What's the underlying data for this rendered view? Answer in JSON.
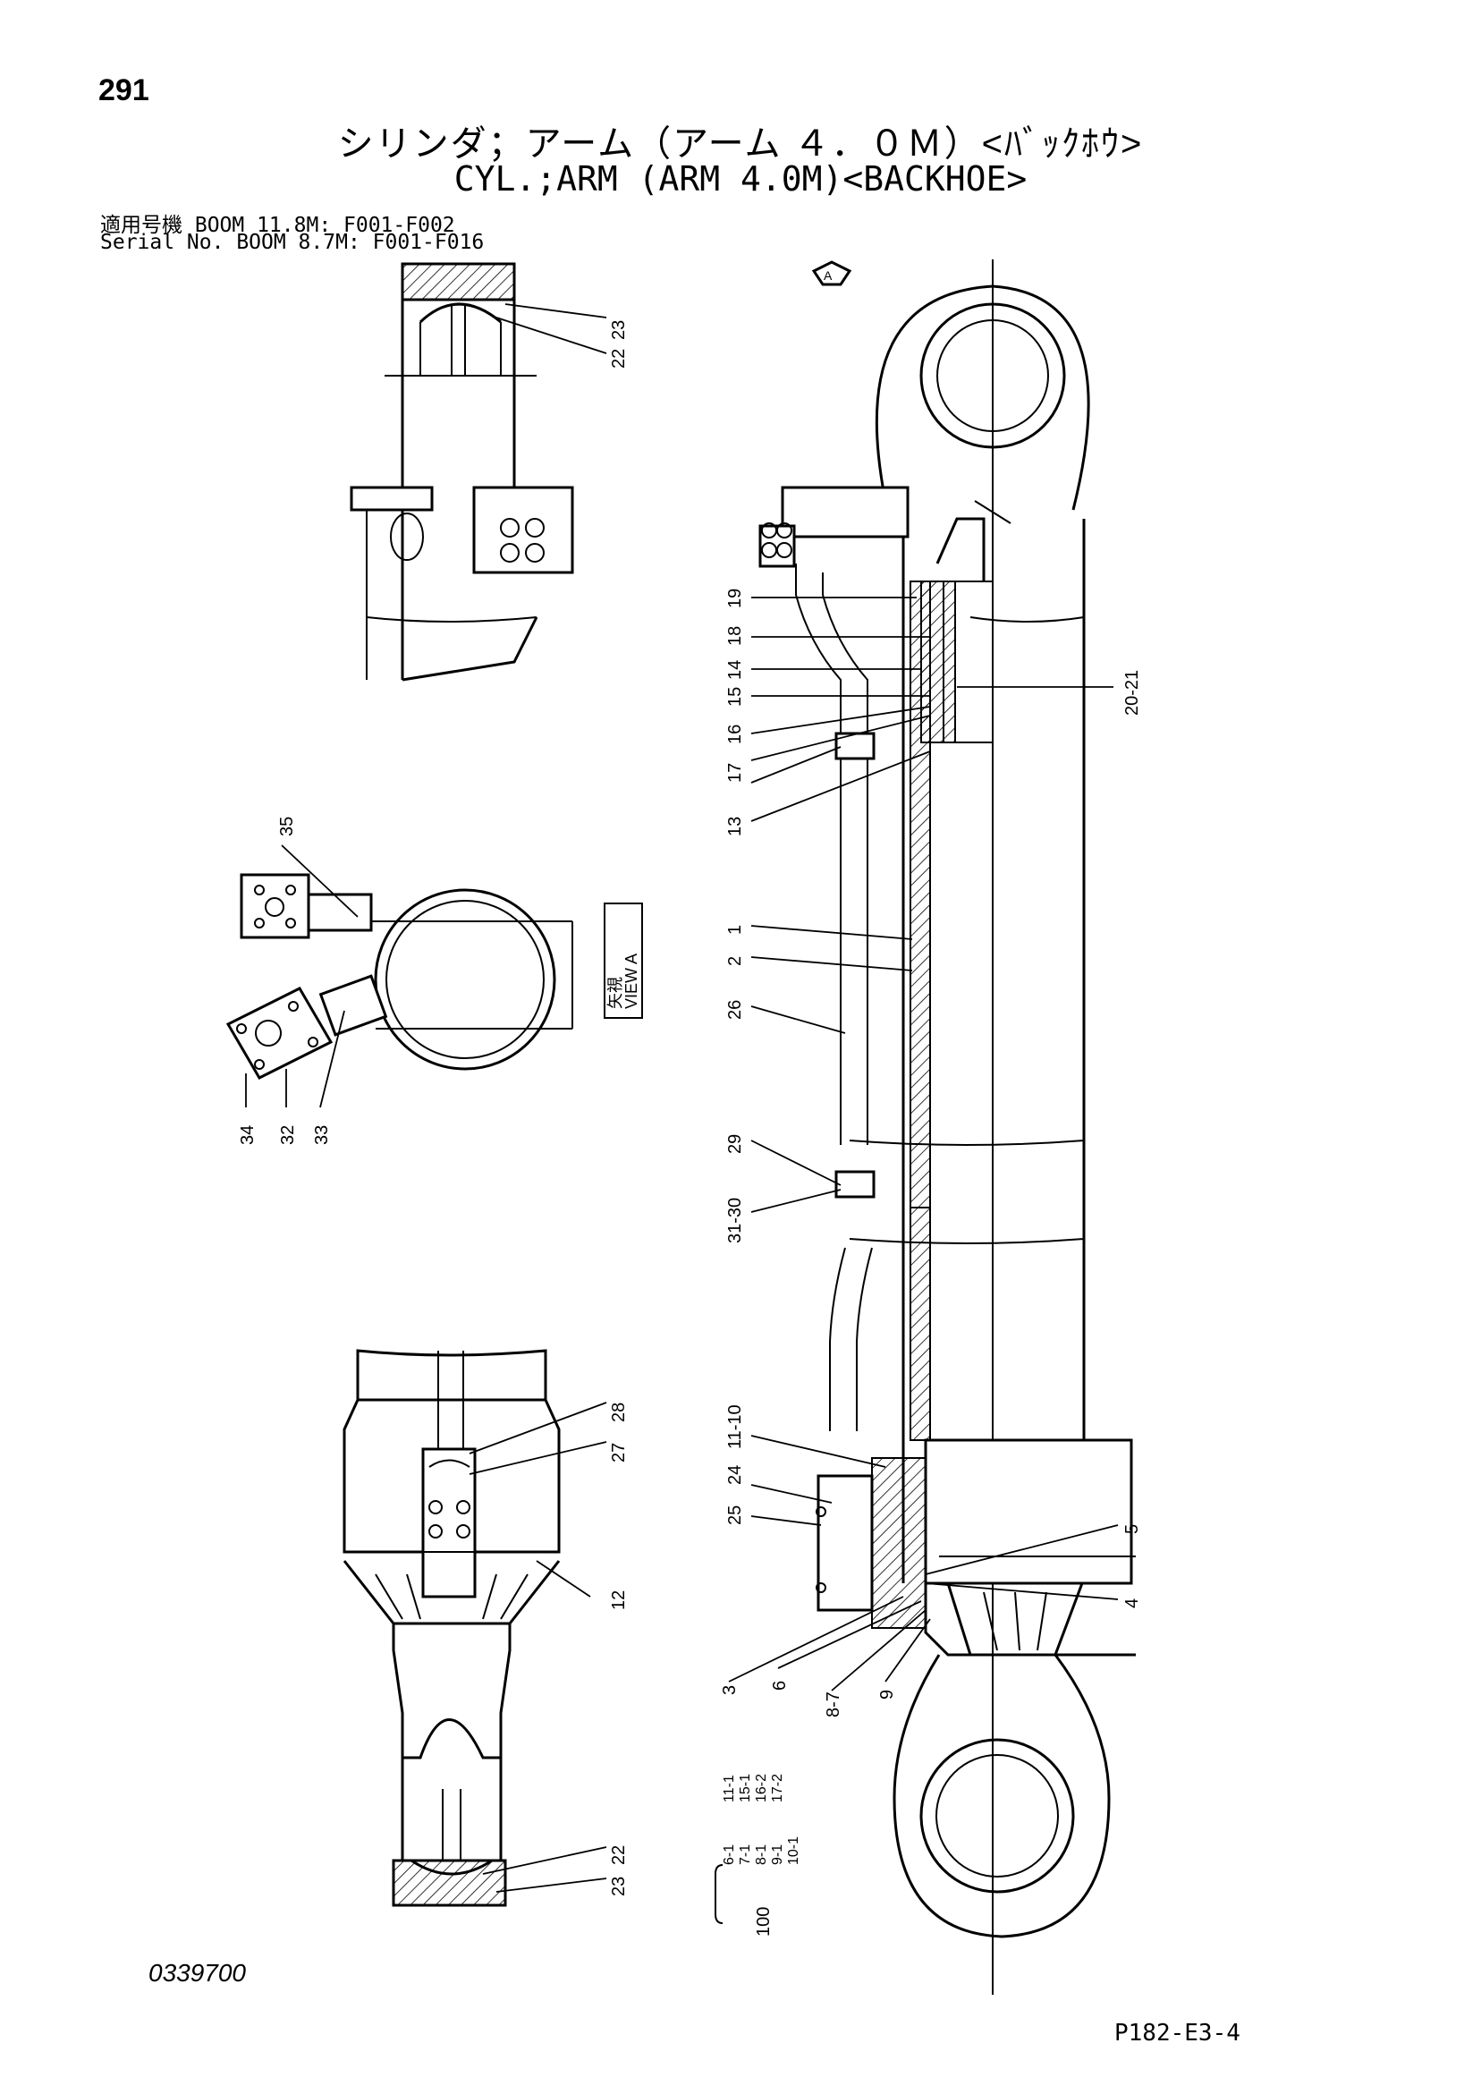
{
  "page": {
    "number": "291",
    "title_jp": "シリンダ；アーム（アーム ４．０Ｍ）<ﾊﾞｯｸﾎｳ>",
    "title_en": "CYL.;ARM (ARM 4.0M)<BACKHOE>",
    "serial_line1": "適用号機  BOOM 11.8M: F001-F002",
    "serial_line2": "Serial No. BOOM  8.7M: F001-F016",
    "doc_number": "0339700",
    "page_code": "P182-E3-4"
  },
  "diagram": {
    "view_marker": "A",
    "view_label_jp": "矢視",
    "view_label_en": "VIEW A",
    "callouts": {
      "top_detail": [
        "23",
        "22"
      ],
      "view_a": [
        "35",
        "34",
        "32",
        "33"
      ],
      "bottom_view": [
        "28",
        "27",
        "12"
      ],
      "bottom_eye": [
        "22",
        "23"
      ],
      "main_cylinder": [
        "19",
        "18",
        "14",
        "15",
        "16",
        "17",
        "13",
        "20-21",
        "1",
        "2",
        "26",
        "29",
        "31-30",
        "11-10",
        "25",
        "24",
        "5",
        "4",
        "3",
        "6",
        "8-7",
        "9"
      ]
    },
    "kit_list": {
      "kit_number": "100",
      "column1": [
        "6-1",
        "7-1",
        "8-1",
        "9-1",
        "10-1"
      ],
      "column2": [
        "11-1",
        "15-1",
        "16-2",
        "17-2"
      ]
    }
  }
}
